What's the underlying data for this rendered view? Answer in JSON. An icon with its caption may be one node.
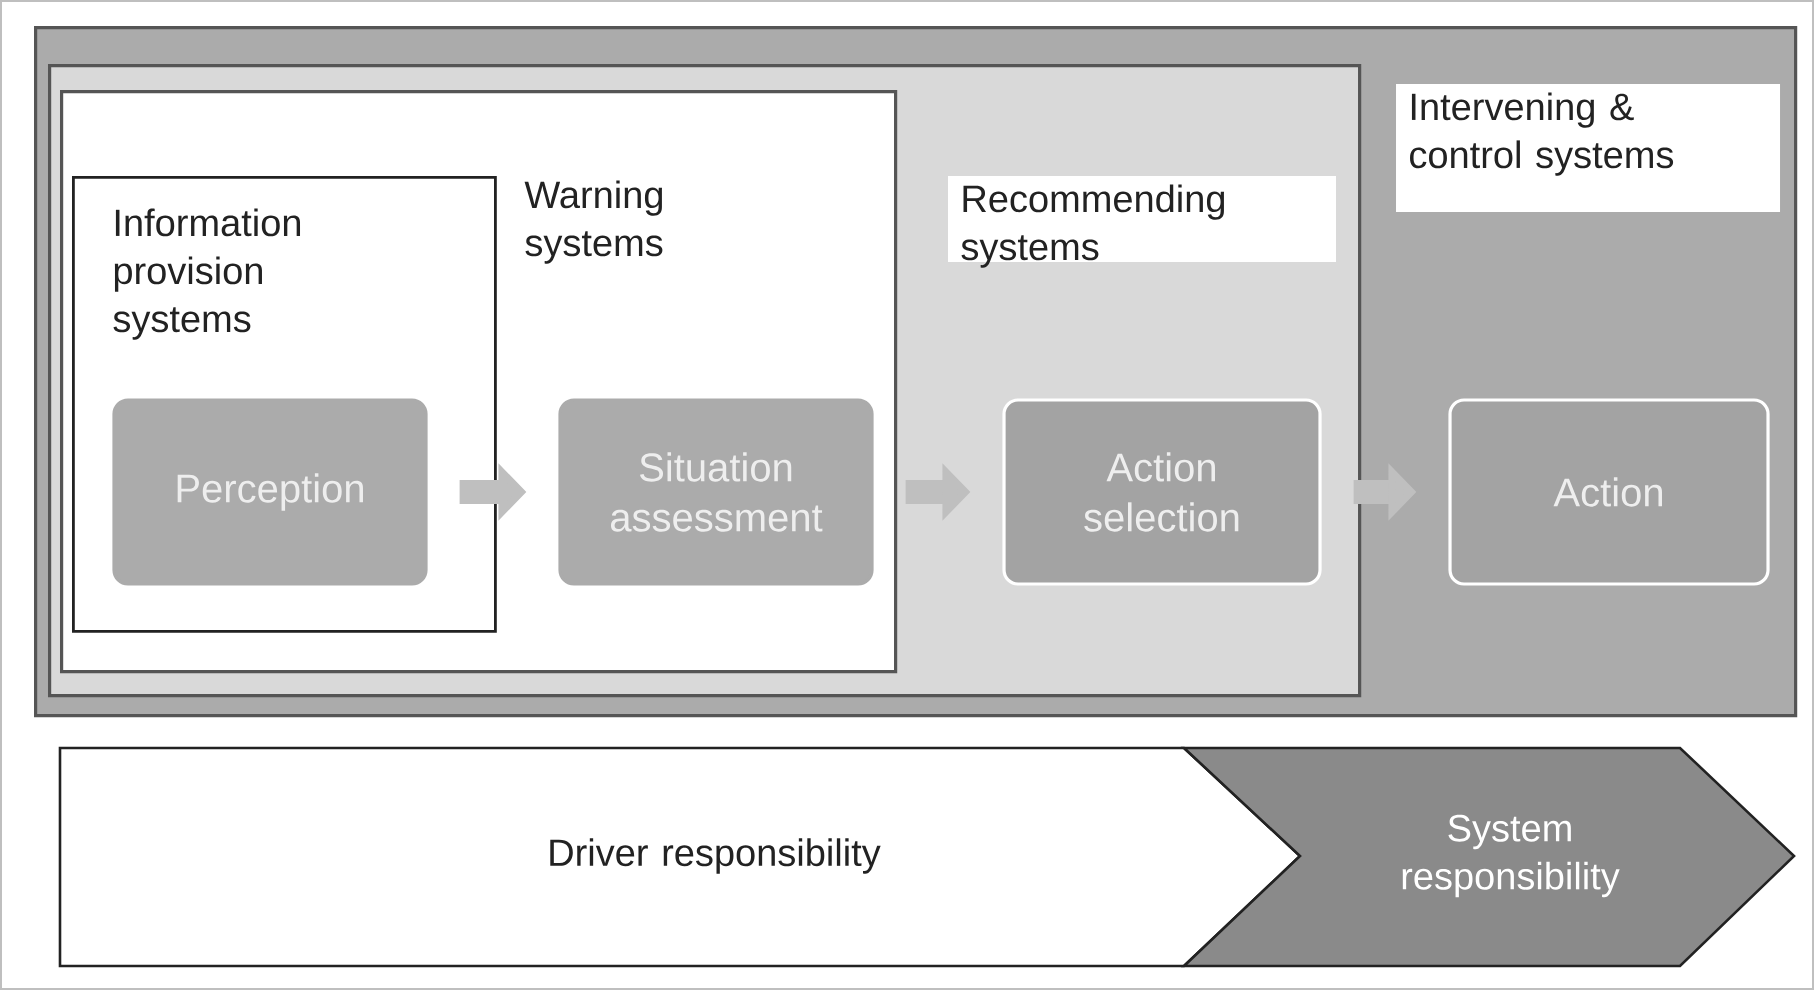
{
  "diagram": {
    "nodes": [
      {
        "text": [
          "Intervening & control systems"
        ]
      },
      {
        "text": [
          "Recommending systems"
        ],
        "in": 0
      },
      {
        "text": [
          "Warning systems"
        ],
        "in": 1
      },
      {
        "text": [
          "Information provision systems"
        ],
        "in": 2
      },
      {
        "text": [
          "Perception"
        ],
        "in": 3
      },
      {
        "text": [
          "Situation assessment"
        ],
        "in": 2
      },
      {
        "text": [
          "Action selection"
        ],
        "in": 1
      },
      {
        "text": [
          "Action"
        ],
        "in": 0
      },
      {
        "text": [
          "Driver responsibility"
        ]
      },
      {
        "text": [
          "System responsibility"
        ]
      }
    ],
    "edges": [
      {
        "from": 4,
        "to": 5,
        "arrow": "to"
      },
      {
        "from": 5,
        "to": 6,
        "arrow": "to"
      },
      {
        "from": 6,
        "to": 7,
        "arrow": "to"
      }
    ]
  }
}
